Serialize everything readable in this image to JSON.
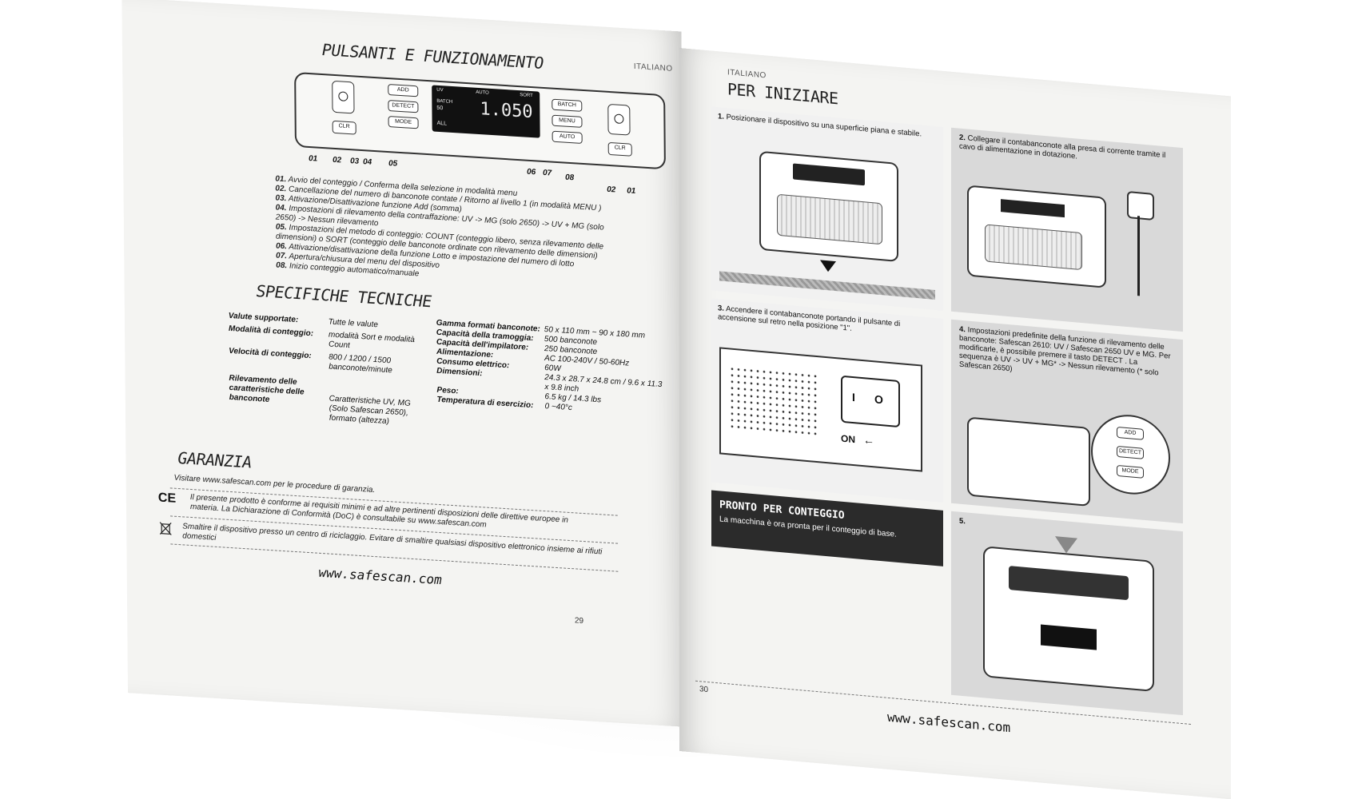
{
  "left": {
    "title": "PULSANTI E FUNZIONAMENTO",
    "lang": "ITALIANO",
    "panel": {
      "lcd_uv": "UV",
      "lcd_auto": "AUTO",
      "lcd_sort": "SORT",
      "lcd_batch": "BATCH",
      "lcd_batch_val": "50",
      "lcd_count": "1.050",
      "lcd_all": "ALL",
      "btn_add": "ADD",
      "btn_detect": "DETECT",
      "btn_mode": "MODE",
      "btn_batch": "BATCH",
      "btn_menu": "MENU",
      "btn_auto": "AUTO",
      "btn_clr": "CLR",
      "btn_clr2": "CLR",
      "callouts_left": [
        "01",
        "02",
        "03",
        "04",
        "05"
      ],
      "callouts_right": [
        "06",
        "07",
        "08",
        "02",
        "01"
      ]
    },
    "functions": [
      {
        "n": "01.",
        "t": "Avvio del conteggio / Conferma della selezione in modalità menu"
      },
      {
        "n": "02.",
        "t": "Cancellazione del numero di banconote contate / Ritorno al livello 1 (in modalità MENU )"
      },
      {
        "n": "03.",
        "t": "Attivazione/Disattivazione funzione Add (somma)"
      },
      {
        "n": "04.",
        "t": "Impostazioni di rilevamento della contraffazione: UV -> MG (solo 2650) -> UV + MG (solo 2650) -> Nessun rilevamento"
      },
      {
        "n": "05.",
        "t": "Impostazioni del metodo di conteggio: COUNT (conteggio libero, senza rilevamento delle dimensioni) o SORT (conteggio delle banconote ordinate con rilevamento delle dimensioni)"
      },
      {
        "n": "06.",
        "t": "Attivazione/disattivazione della funzione Lotto e impostazione del numero di lotto"
      },
      {
        "n": "07.",
        "t": "Apertura/chiusura del menu del dispositivo"
      },
      {
        "n": "08.",
        "t": "Inizio conteggio automatico/manuale"
      }
    ],
    "spec_title": "SPECIFICHE TECNICHE",
    "specs_left": [
      {
        "k": "Valute supportate:",
        "v": "Tutte le valute"
      },
      {
        "k": "Modalità di conteggio:",
        "v": "modalità Sort e modalità Count"
      },
      {
        "k": "Velocità di conteggio:",
        "v": "800 / 1200 / 1500 banconote/minute"
      },
      {
        "k": "Rilevamento delle caratteristiche delle banconote",
        "v": "Caratteristiche UV, MG (Solo Safescan 2650), formato (altezza)"
      }
    ],
    "specs_right": [
      {
        "k": "Gamma formati banconote:",
        "v": "50 x 110 mm ~ 90 x 180 mm"
      },
      {
        "k": "Capacità della tramoggia:",
        "v": "500 banconote"
      },
      {
        "k": "Capacità dell'impilatore:",
        "v": "250 banconote"
      },
      {
        "k": "Alimentazione:",
        "v": "AC 100-240V / 50-60Hz"
      },
      {
        "k": "Consumo elettrico:",
        "v": "60W"
      },
      {
        "k": "Dimensioni:",
        "v": "24.3 x 28.7 x 24.8 cm / 9.6 x 11.3 x 9.8 inch"
      },
      {
        "k": "Peso:",
        "v": "6.5 kg / 14.3 lbs"
      },
      {
        "k": "Temperatura di esercizio:",
        "v": "0 ~40°c"
      }
    ],
    "warranty_title": "GARANZIA",
    "warranty_text": "Visitare www.safescan.com per le procedure di garanzia.",
    "ce_mark": "CE",
    "ce_text": "Il presente prodotto è conforme ai requisiti minimi e ad altre pertinenti disposizioni delle direttive europee in materia. La Dichiarazione di Conformità (DoC) è consultabile su www.safescan.com",
    "weee_text": "Smaltire il dispositivo presso un centro di riciclaggio. Evitare di smaltire qualsiasi dispositivo elettronico insieme ai rifiuti domestici",
    "website": "www.safescan.com",
    "page_number": "29"
  },
  "right": {
    "lang": "ITALIANO",
    "title": "PER INIZIARE",
    "step1": {
      "n": "1.",
      "t": "Posizionare il dispositivo su una superficie piana e stabile."
    },
    "step2": {
      "n": "2.",
      "t": "Collegare il contabanconote alla presa di corrente tramite il cavo di alimentazione in dotazione."
    },
    "step3": {
      "n": "3.",
      "t": "Accendere il contabanconote portando il pulsante di accensione sul retro nella posizione \"1\"."
    },
    "step4": {
      "n": "4.",
      "t": "Impostazioni predefinite della funzione di rilevamento delle banconote: Safescan 2610: UV / Safescan 2650 UV e MG. Per modificarle, è possibile premere il tasto DETECT . La sequenza è UV -> UV + MG* -> Nessun rilevamento (* solo Safescan 2650)"
    },
    "step5": {
      "n": "5."
    },
    "switch_on": "ON",
    "switch_i": "I",
    "switch_o": "O",
    "btn_add": "ADD",
    "btn_detect": "DETECT",
    "btn_mode": "MODE",
    "ready_title": "PRONTO PER CONTEGGIO",
    "ready_text": "La macchina è ora pronta per il conteggio di base.",
    "website": "www.safescan.com",
    "page_number": "30"
  }
}
